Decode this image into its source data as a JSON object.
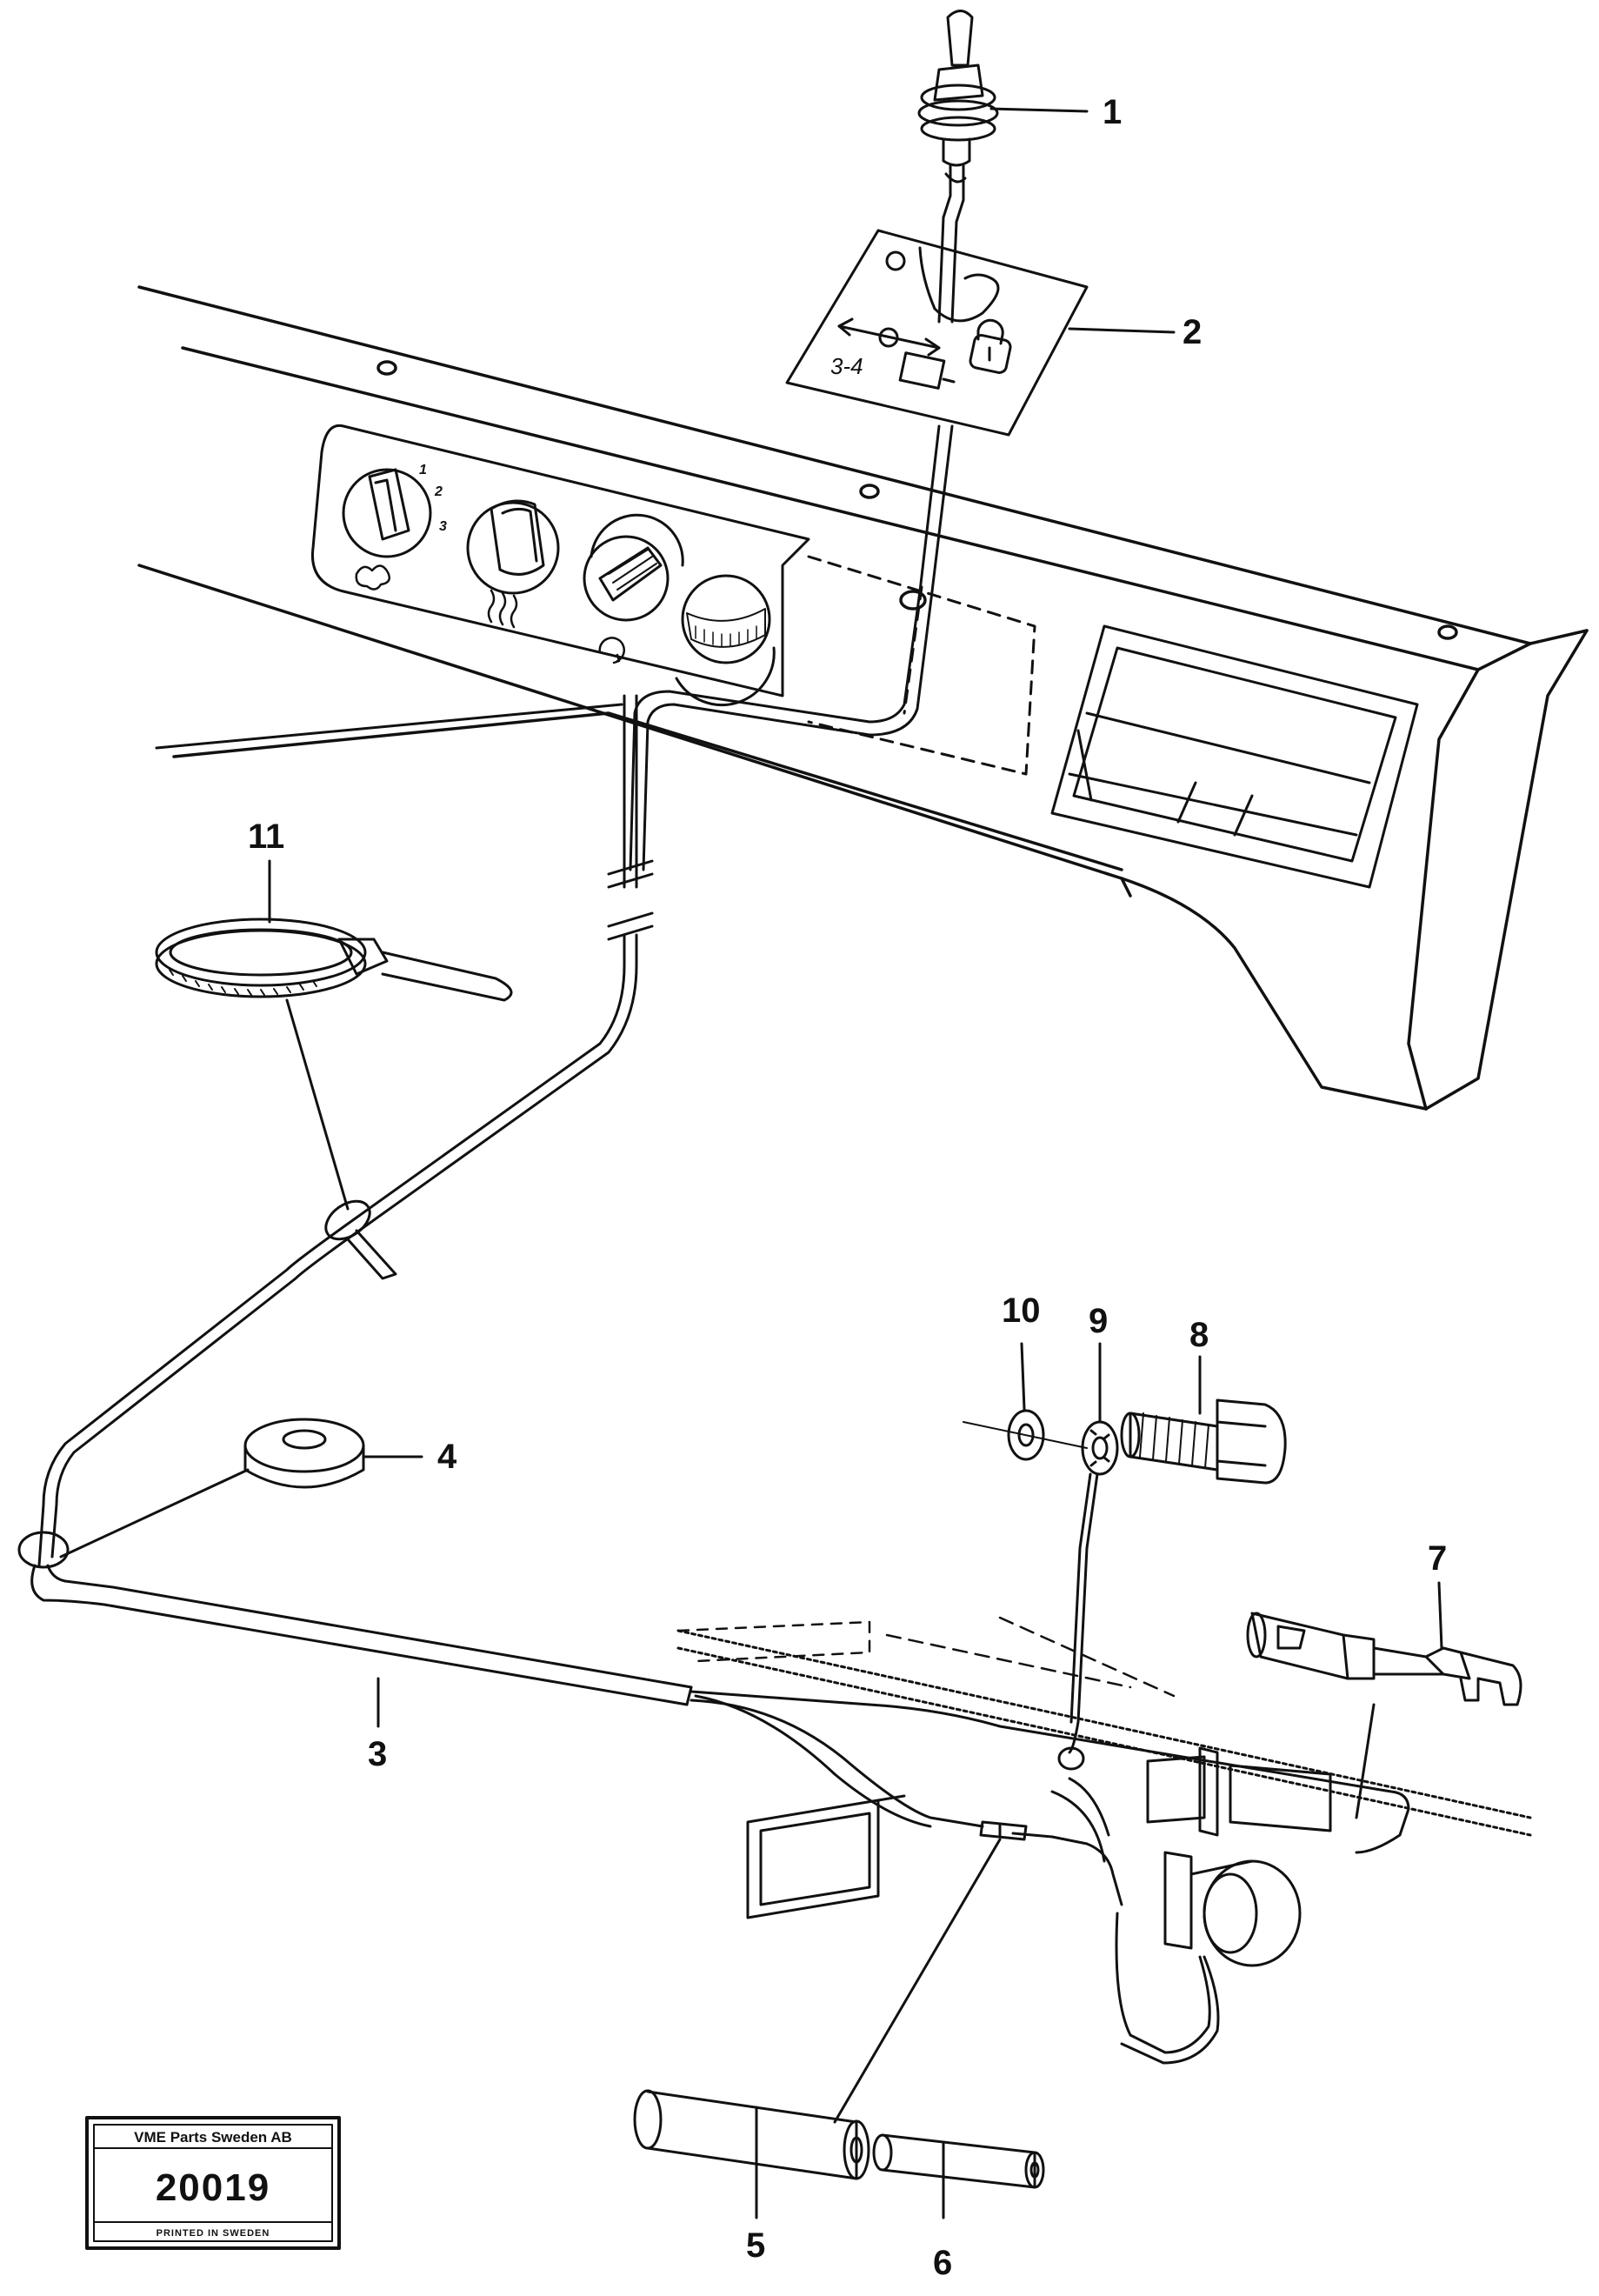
{
  "callouts": {
    "c1": "1",
    "c2": "2",
    "c3": "3",
    "c4": "4",
    "c5": "5",
    "c6": "6",
    "c7": "7",
    "c8": "8",
    "c9": "9",
    "c10": "10",
    "c11": "11"
  },
  "bracket_label": "3-4",
  "fan_dial_numbers": [
    "1",
    "2",
    "3"
  ],
  "plate": {
    "company": "VME Parts Sweden AB",
    "number": "20019",
    "printed": "PRINTED IN SWEDEN"
  },
  "colors": {
    "ink": "#111111",
    "paper": "#ffffff"
  }
}
